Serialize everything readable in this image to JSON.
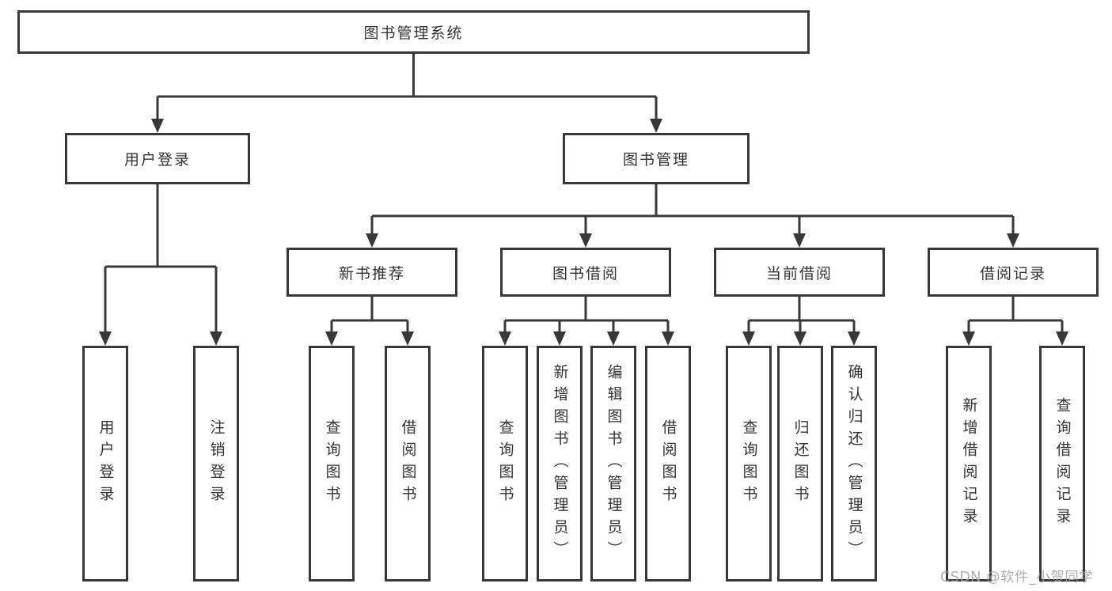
{
  "tree": {
    "root": {
      "label": "图书管理系统"
    },
    "branches": [
      {
        "label": "用户登录",
        "children": [
          {
            "label": "用户登录"
          },
          {
            "label": "注销登录"
          }
        ]
      },
      {
        "label": "图书管理",
        "children": [
          {
            "label": "新书推荐",
            "children": [
              {
                "label": "查询图书"
              },
              {
                "label": "借阅图书"
              }
            ]
          },
          {
            "label": "图书借阅",
            "children": [
              {
                "label": "查询图书"
              },
              {
                "label": "新增图书（管理员）"
              },
              {
                "label": "编辑图书（管理员）"
              },
              {
                "label": "借阅图书"
              }
            ]
          },
          {
            "label": "当前借阅",
            "children": [
              {
                "label": "查询图书"
              },
              {
                "label": "归还图书"
              },
              {
                "label": "确认归还（管理员）"
              }
            ]
          },
          {
            "label": "借阅记录",
            "children": [
              {
                "label": "新增借阅记录"
              },
              {
                "label": "查询借阅记录"
              }
            ]
          }
        ]
      }
    ]
  },
  "watermark": {
    "text": "CSDN @软件_小贺同学"
  },
  "colors": {
    "line": "#383838",
    "text": "#333333",
    "watermark": "#9ea3a8"
  }
}
